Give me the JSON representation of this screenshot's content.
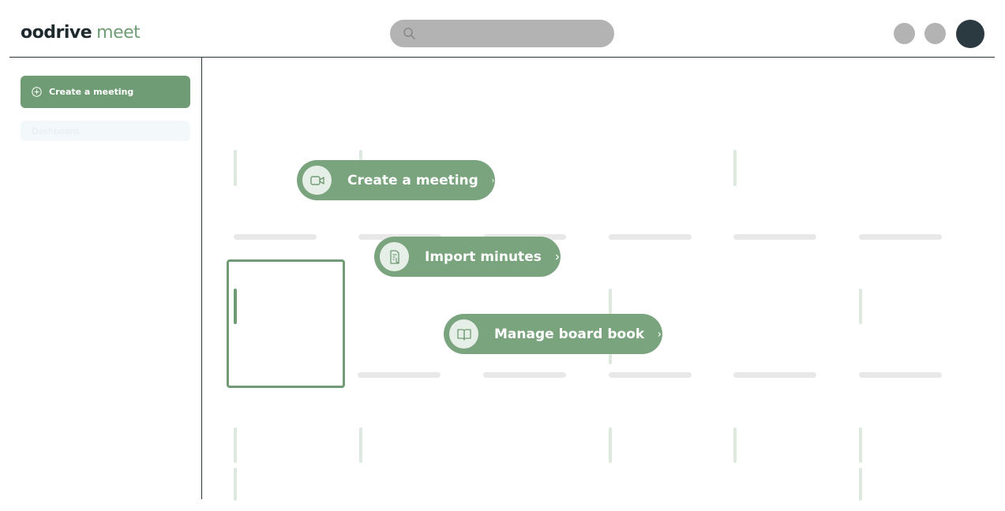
{
  "header": {
    "logo_brand": "oodrive",
    "logo_product": "meet",
    "search_placeholder": ""
  },
  "sidebar": {
    "create_label": "Create a meeting",
    "ghost_label": "Dashboard"
  },
  "actions": [
    {
      "label": "Create a meeting",
      "icon": "video-camera-icon"
    },
    {
      "label": "Import minutes",
      "icon": "document-attachment-icon"
    },
    {
      "label": "Manage board book",
      "icon": "open-book-icon"
    }
  ],
  "colors": {
    "accent": "#6f9c74",
    "pill": "#7aa47e",
    "dark": "#2b3a40",
    "skeleton": "#b3b3b3"
  }
}
